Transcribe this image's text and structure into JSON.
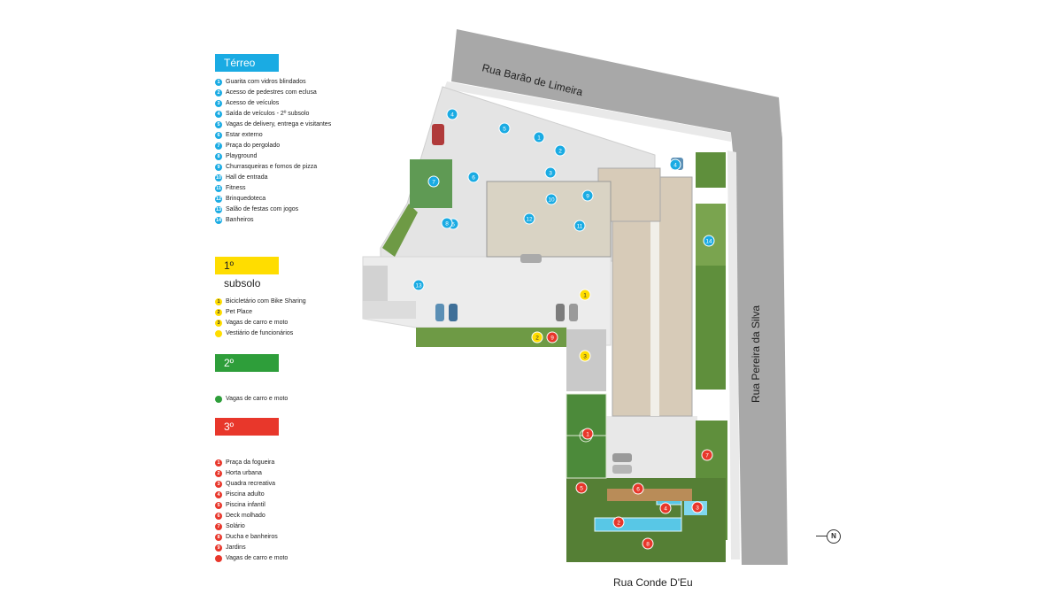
{
  "colors": {
    "terreo": "#1aabe3",
    "subsolo1": "#ffdd00",
    "subsolo2": "#2e9e3a",
    "subsolo3": "#e8372b",
    "street": "#a8a8a8",
    "garden": "#5b8c3a",
    "floor": "#e6e6e6"
  },
  "legend": {
    "terreo": {
      "title": "Térreo",
      "items": [
        {
          "n": "1",
          "label": "Guarita com vidros blindados"
        },
        {
          "n": "2",
          "label": "Acesso de pedestres com eclusa"
        },
        {
          "n": "3",
          "label": "Acesso de veículos"
        },
        {
          "n": "4",
          "label": "Saída de veículos - 2º subsolo"
        },
        {
          "n": "5",
          "label": "Vagas de delivery, entrega e visitantes"
        },
        {
          "n": "6",
          "label": "Estar externo"
        },
        {
          "n": "7",
          "label": "Praça do pergolado"
        },
        {
          "n": "8",
          "label": "Playground"
        },
        {
          "n": "9",
          "label": "Churrasqueiras e fornos de pizza"
        },
        {
          "n": "10",
          "label": "Hall de entrada"
        },
        {
          "n": "11",
          "label": "Fitness"
        },
        {
          "n": "12",
          "label": "Brinquedoteca"
        },
        {
          "n": "13",
          "label": "Salão de festas com jogos"
        },
        {
          "n": "14",
          "label": "Banheiros"
        }
      ]
    },
    "subsolo1": {
      "title": "1º subsolo",
      "items": [
        {
          "n": "1",
          "label": "Bicicletário com Bike Sharing"
        },
        {
          "n": "2",
          "label": "Pet Place"
        },
        {
          "n": "3",
          "label": "Vagas de carro e moto"
        },
        {
          "n": "",
          "label": "Vestiário de funcionários"
        }
      ]
    },
    "subsolo2": {
      "title": "2º subsolo",
      "items": [
        {
          "n": "",
          "label": "Vagas de carro e moto"
        }
      ]
    },
    "subsolo3": {
      "title": "3º subsolo",
      "items": [
        {
          "n": "1",
          "label": "Praça da fogueira"
        },
        {
          "n": "2",
          "label": "Horta urbana"
        },
        {
          "n": "3",
          "label": "Quadra recreativa"
        },
        {
          "n": "4",
          "label": "Piscina adulto"
        },
        {
          "n": "5",
          "label": "Piscina infantil"
        },
        {
          "n": "6",
          "label": "Deck molhado"
        },
        {
          "n": "7",
          "label": "Solário"
        },
        {
          "n": "8",
          "label": "Ducha e banheiros"
        },
        {
          "n": "9",
          "label": "Jardins"
        },
        {
          "n": "",
          "label": "Vagas de carro e moto"
        }
      ]
    }
  },
  "streets": {
    "top": "Rua Barão de Limeira",
    "right": "Rua Pereira da Silva",
    "bottom": "Rua Conde D'Eu"
  },
  "north_label": "N",
  "markers": [
    {
      "n": "1",
      "level": "terreo"
    },
    {
      "n": "2",
      "level": "terreo"
    },
    {
      "n": "3",
      "level": "terreo"
    },
    {
      "n": "4",
      "level": "terreo"
    },
    {
      "n": "4",
      "level": "terreo"
    },
    {
      "n": "5",
      "level": "terreo"
    },
    {
      "n": "5",
      "level": "terreo"
    },
    {
      "n": "6",
      "level": "terreo"
    },
    {
      "n": "7",
      "level": "terreo"
    },
    {
      "n": "8",
      "level": "terreo"
    },
    {
      "n": "9",
      "level": "terreo"
    },
    {
      "n": "10",
      "level": "terreo"
    },
    {
      "n": "11",
      "level": "terreo"
    },
    {
      "n": "12",
      "level": "terreo"
    },
    {
      "n": "13",
      "level": "terreo"
    },
    {
      "n": "14",
      "level": "terreo"
    },
    {
      "n": "1",
      "level": "subsolo1"
    },
    {
      "n": "2",
      "level": "subsolo1"
    },
    {
      "n": "3",
      "level": "subsolo1"
    },
    {
      "n": "1",
      "level": "subsolo3"
    },
    {
      "n": "2",
      "level": "subsolo3"
    },
    {
      "n": "3",
      "level": "subsolo3"
    },
    {
      "n": "4",
      "level": "subsolo3"
    },
    {
      "n": "5",
      "level": "subsolo3"
    },
    {
      "n": "6",
      "level": "subsolo3"
    },
    {
      "n": "7",
      "level": "subsolo3"
    },
    {
      "n": "8",
      "level": "subsolo3"
    },
    {
      "n": "9",
      "level": "subsolo3"
    },
    {
      "n": "9",
      "level": "subsolo3"
    }
  ]
}
